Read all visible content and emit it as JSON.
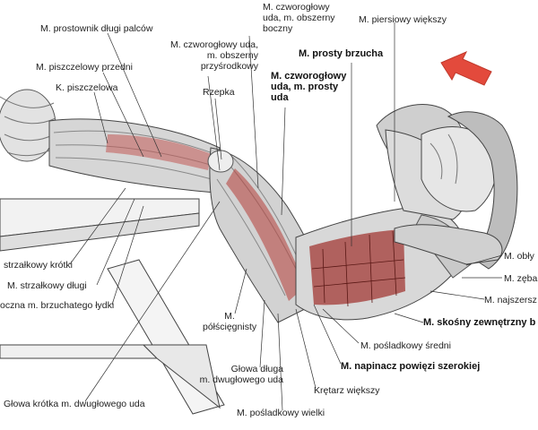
{
  "labels": {
    "prostownik": "M. prostownik długi palców",
    "piszczelowy_przedni": "M. piszczelowy przedni",
    "k_piszczelowa": "K. piszczelowa",
    "czworoglowy_przysrodkowy_1": "M. czworogłowy uda,",
    "czworoglowy_przysrodkowy_2": "m. obszerny",
    "czworoglowy_przysrodkowy_3": "przyśrodkowy",
    "rzepka": "Rzepka",
    "czworoglowy_boczny_1": "M. czworogłowy",
    "czworoglowy_boczny_2": "uda, m. obszerny",
    "czworoglowy_boczny_3": "boczny",
    "piersiowy": "M. piersiowy większy",
    "prosty_brzucha": "M. prosty brzucha",
    "czworoglowy_prosty_1": "M. czworogłowy",
    "czworoglowy_prosty_2": "uda, m. prosty",
    "czworoglowy_prosty_3": "uda",
    "strzalkowy_krotki": "strzałkowy krótki",
    "strzalkowy_dlugi": "M. strzałkowy długi",
    "brzuchaty": "oczna m. brzuchatego łydki",
    "polsciegnisty_1": "M.",
    "polsciegnisty_2": "półścięgnisty",
    "glowa_krotka": "Głowa krótka m. dwugłowego uda",
    "glowa_dluga_1": "Głowa długa",
    "glowa_dluga_2": "m. dwugłowego uda",
    "posladkowy_wielki": "M. pośladkowy wielki",
    "kretarz": "Krętarz większy",
    "napinacz": "M. napinacz powięzi szerokiej",
    "posladkowy_sredni": "M. pośladkowy średni",
    "skosny": "M. skośny zewnętrzny b",
    "najszerszy": "M. najszersz",
    "zebaty": "M. zęba",
    "oblyl": "M. obły"
  }
}
